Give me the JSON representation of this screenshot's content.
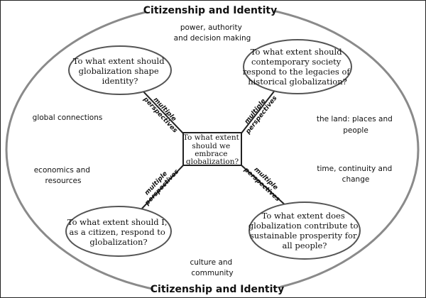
{
  "title_top": "Citizenship and Identity",
  "title_bottom": "Citizenship and Identity",
  "center_question": [
    "To what extent",
    "should we",
    "embrace",
    "globalization?"
  ],
  "questions": {
    "top_left": [
      "To what extent should",
      "globalization shape",
      "identity?"
    ],
    "top_right": [
      "To what extent should",
      "contemporary society",
      "respond to the legacies of",
      "historical globalization?"
    ],
    "bottom_left": [
      "To what extent should I,",
      "as a citizen, respond to",
      "globalization?"
    ],
    "bottom_right": [
      "To what extent does",
      "globalization contribute to",
      "sustainable prosperity for",
      "all people?"
    ]
  },
  "connector_label": [
    "multiple",
    "perspectives"
  ],
  "strands": {
    "top": [
      "power, authority",
      "and decision making"
    ],
    "left_upper": [
      "global connections"
    ],
    "left_lower": [
      "economics and",
      "resources"
    ],
    "right_upper": [
      "the land: places and",
      "people"
    ],
    "right_lower": [
      "time, continuity and",
      "change"
    ],
    "bottom": [
      "culture and",
      "community"
    ]
  },
  "colors": {
    "outer_ring": "#8a8a8a",
    "lines": "#222222",
    "text": "#111111"
  }
}
